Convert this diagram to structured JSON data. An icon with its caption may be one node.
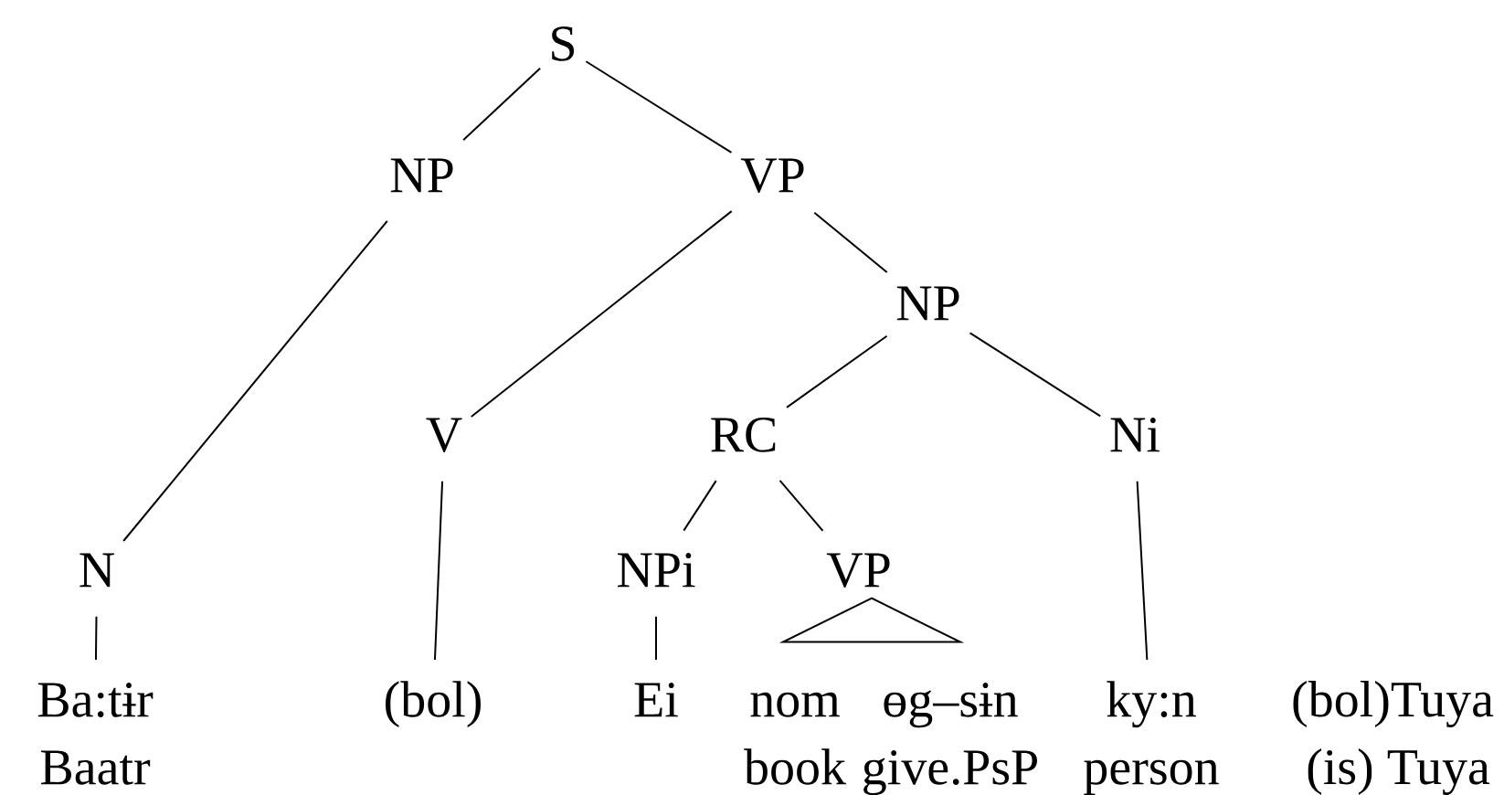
{
  "diagram": {
    "nodes": [
      {
        "text": [
          "S"
        ]
      },
      {
        "text": [
          "NP"
        ]
      },
      {
        "text": [
          "VP"
        ]
      },
      {
        "text": [
          "NP"
        ]
      },
      {
        "text": [
          "V"
        ]
      },
      {
        "text": [
          "RC"
        ]
      },
      {
        "text": [
          "Ni"
        ]
      },
      {
        "text": [
          "N"
        ]
      },
      {
        "text": [
          "NPi"
        ]
      },
      {
        "text": [
          "VP"
        ]
      },
      {
        "text": [
          "Ba:tɨr",
          "Baatr"
        ]
      },
      {
        "text": [
          "(bol)"
        ]
      },
      {
        "text": [
          "Ei"
        ]
      },
      {
        "text": [
          "nom",
          "book"
        ]
      },
      {
        "text": [
          "ɵg–sɨn",
          "give.PsP"
        ]
      },
      {
        "text": [
          "ky:n",
          "person"
        ]
      },
      {
        "text": [],
        "shape": "triangle"
      }
    ],
    "edges": [
      {
        "from": 0,
        "to": 1,
        "arrow": "none"
      },
      {
        "from": 0,
        "to": 2,
        "arrow": "none"
      },
      {
        "from": 1,
        "to": 7,
        "arrow": "none"
      },
      {
        "from": 2,
        "to": 4,
        "arrow": "none"
      },
      {
        "from": 2,
        "to": 3,
        "arrow": "none"
      },
      {
        "from": 3,
        "to": 5,
        "arrow": "none"
      },
      {
        "from": 3,
        "to": 6,
        "arrow": "none"
      },
      {
        "from": 5,
        "to": 8,
        "arrow": "none"
      },
      {
        "from": 5,
        "to": 9,
        "arrow": "none"
      },
      {
        "from": 7,
        "to": 10,
        "arrow": "none"
      },
      {
        "from": 4,
        "to": 11,
        "arrow": "none"
      },
      {
        "from": 8,
        "to": 12,
        "arrow": "none"
      },
      {
        "from": 6,
        "to": 15,
        "arrow": "none"
      }
    ],
    "labels": [
      "(bol)Tuya",
      "(is) Tuya"
    ]
  }
}
